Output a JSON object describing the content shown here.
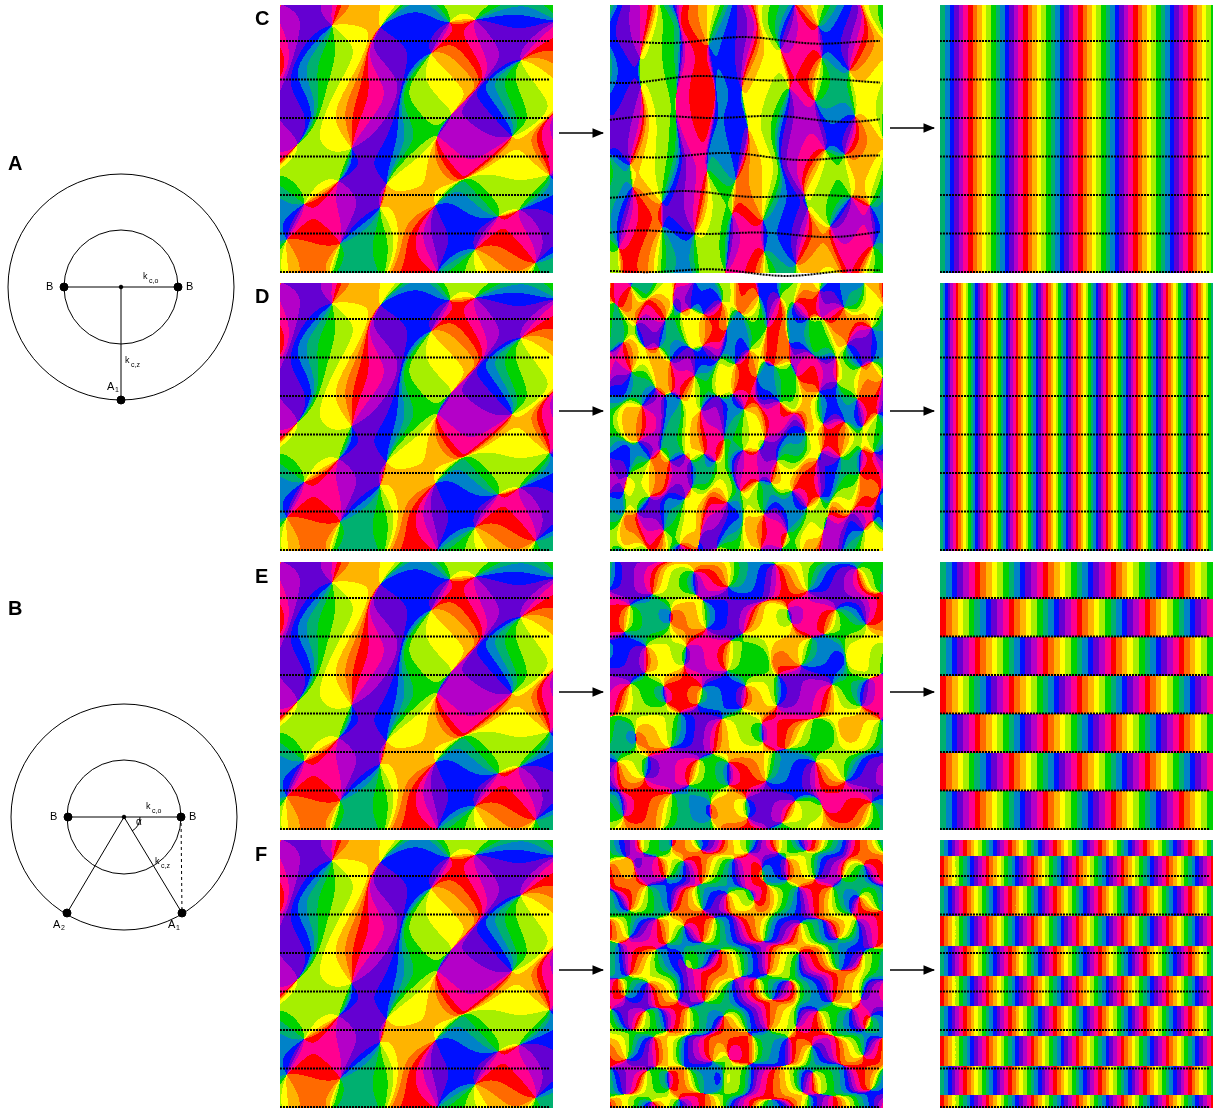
{
  "diagram": {
    "labels": [
      "A",
      "B",
      "C",
      "D",
      "E",
      "F",
      "B",
      "B",
      "k",
      "c,o",
      "k",
      "c,z",
      "A",
      "1",
      "B",
      "B",
      "k",
      "c,o",
      "α",
      "k",
      "c,z",
      "A",
      "2",
      "A",
      "1"
    ]
  }
}
